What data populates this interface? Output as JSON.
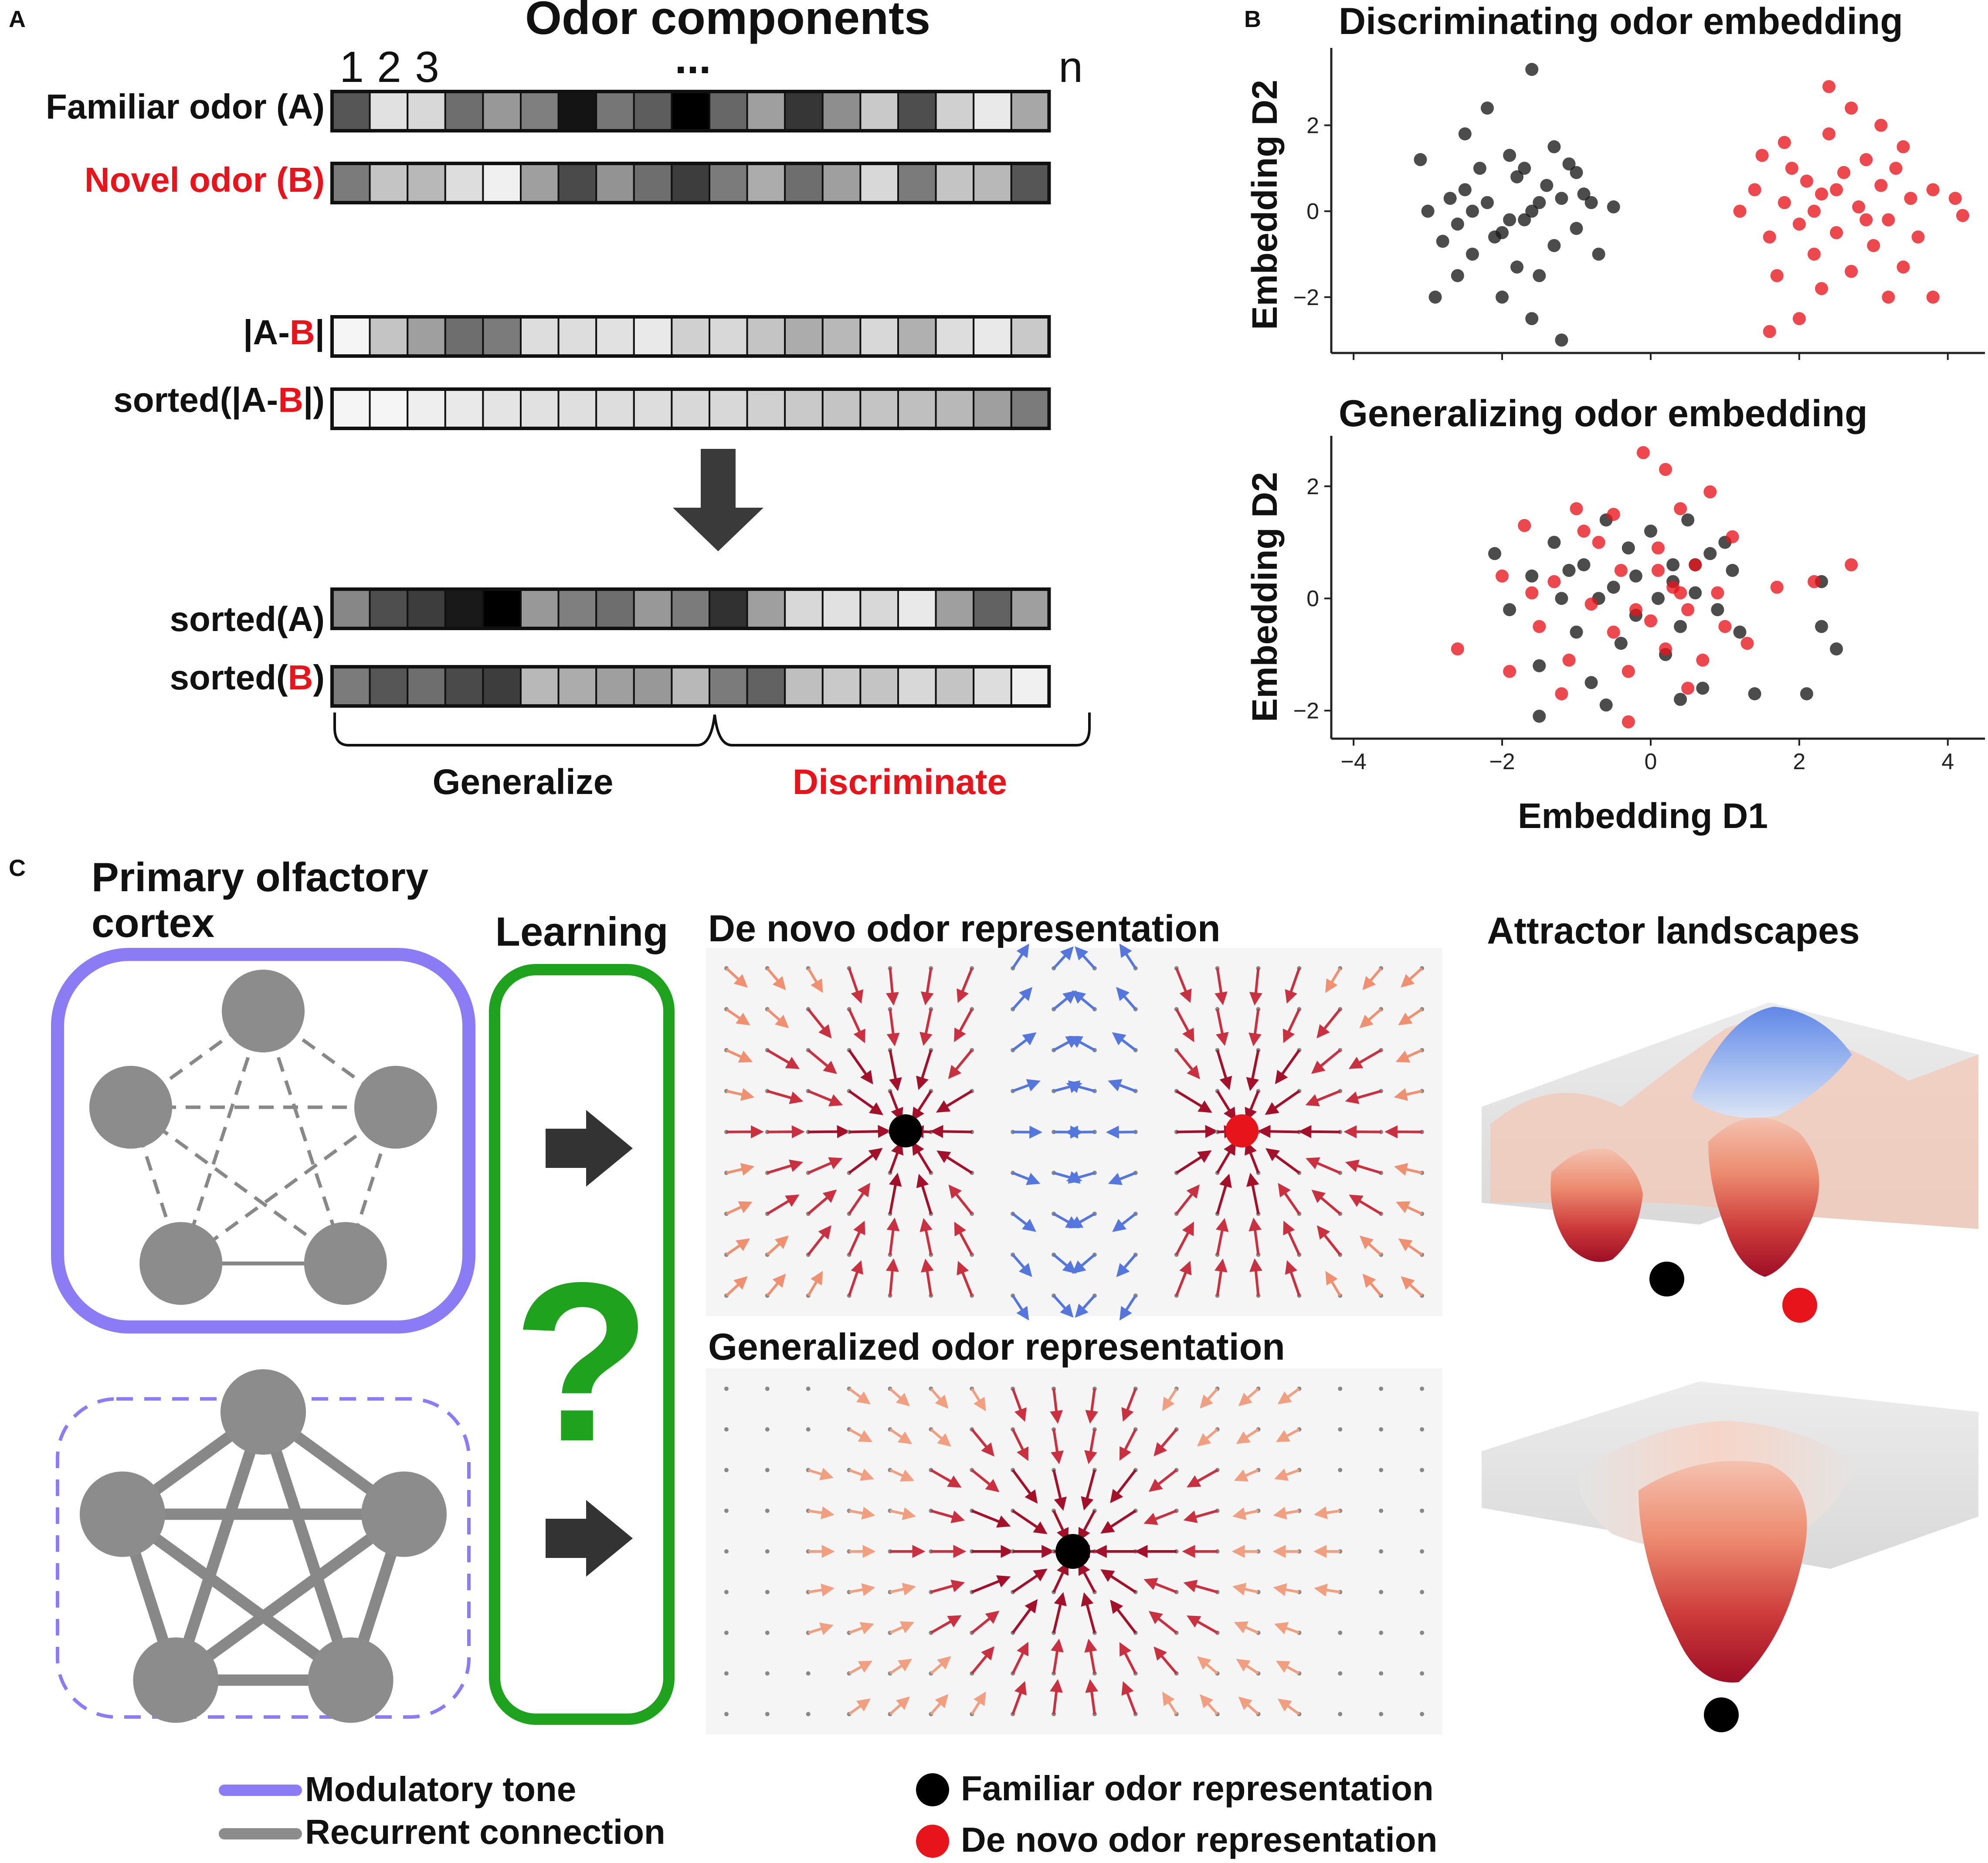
{
  "panel_a": {
    "label": "A",
    "title": "Odor components",
    "index_labels": [
      "1",
      "2",
      "3",
      "...",
      "n"
    ],
    "rows": [
      {
        "label": "Familiar odor (A)",
        "label_color": "#111111",
        "cells": [
          0.65,
          0.08,
          0.12,
          0.55,
          0.38,
          0.48,
          0.92,
          0.52,
          0.62,
          1.0,
          0.58,
          0.35,
          0.78,
          0.42,
          0.18,
          0.68,
          0.15,
          0.05,
          0.32
        ]
      },
      {
        "label": "Novel odor (B)",
        "label_color": "#e8141b",
        "cells": [
          0.5,
          0.2,
          0.25,
          0.1,
          0.02,
          0.35,
          0.7,
          0.4,
          0.55,
          0.75,
          0.5,
          0.3,
          0.55,
          0.35,
          0.12,
          0.5,
          0.2,
          0.25,
          0.65
        ]
      },
      {
        "label_parts": [
          {
            "text": "|A-",
            "color": "#111111"
          },
          {
            "text": "B",
            "color": "#e8141b"
          },
          {
            "text": "|",
            "color": "#111111"
          }
        ],
        "cells": [
          0.0,
          0.2,
          0.35,
          0.55,
          0.5,
          0.1,
          0.1,
          0.08,
          0.05,
          0.15,
          0.12,
          0.2,
          0.3,
          0.25,
          0.12,
          0.28,
          0.1,
          0.05,
          0.18
        ]
      },
      {
        "label_parts": [
          {
            "text": "sorted(|A-",
            "color": "#111111"
          },
          {
            "text": "B",
            "color": "#e8141b"
          },
          {
            "text": "|)",
            "color": "#111111"
          }
        ],
        "cells": [
          0.0,
          0.0,
          0.03,
          0.05,
          0.07,
          0.08,
          0.09,
          0.1,
          0.1,
          0.12,
          0.12,
          0.15,
          0.18,
          0.2,
          0.2,
          0.22,
          0.25,
          0.35,
          0.5
        ]
      },
      {
        "label_parts": [
          {
            "text": "sorted(A)",
            "color": "#111111"
          }
        ],
        "cells": [
          0.45,
          0.68,
          0.75,
          0.9,
          1.0,
          0.38,
          0.48,
          0.55,
          0.38,
          0.5,
          0.8,
          0.35,
          0.12,
          0.08,
          0.12,
          0.05,
          0.35,
          0.6,
          0.35
        ]
      },
      {
        "label_parts": [
          {
            "text": "sorted(",
            "color": "#111111"
          },
          {
            "text": "B",
            "color": "#e8141b"
          },
          {
            "text": ")",
            "color": "#111111"
          }
        ],
        "cells": [
          0.5,
          0.65,
          0.55,
          0.7,
          0.75,
          0.25,
          0.3,
          0.35,
          0.38,
          0.25,
          0.5,
          0.6,
          0.22,
          0.18,
          0.2,
          0.12,
          0.2,
          0.1,
          0.02
        ]
      }
    ],
    "bracket_labels": [
      {
        "text": "Generalize",
        "color": "#111111"
      },
      {
        "text": "Discriminate",
        "color": "#e8141b"
      }
    ]
  },
  "panel_b": {
    "label": "B",
    "chart_data": [
      {
        "type": "scatter",
        "title": "Discriminating odor embedding",
        "xlabel": "",
        "ylabel": "Embedding D2",
        "xlim": [
          -4.3,
          4.5
        ],
        "ylim": [
          -3.3,
          3.8
        ],
        "yticks": [
          -2,
          0,
          2
        ],
        "series": [
          {
            "color": "#1a1a1a",
            "points": [
              [
                -3.0,
                0.0
              ],
              [
                -3.1,
                1.2
              ],
              [
                -2.8,
                -0.7
              ],
              [
                -2.6,
                -0.3
              ],
              [
                -2.5,
                0.5
              ],
              [
                -2.7,
                0.3
              ],
              [
                -2.4,
                -1.0
              ],
              [
                -2.3,
                1.0
              ],
              [
                -2.2,
                0.2
              ],
              [
                -2.0,
                -0.5
              ],
              [
                -1.9,
                1.3
              ],
              [
                -1.8,
                0.8
              ],
              [
                -1.7,
                -0.2
              ],
              [
                -1.6,
                0.0
              ],
              [
                -1.5,
                -1.5
              ],
              [
                -1.4,
                0.6
              ],
              [
                -1.3,
                -0.8
              ],
              [
                -1.2,
                0.3
              ],
              [
                -1.1,
                1.1
              ],
              [
                -1.0,
                -0.4
              ],
              [
                -0.9,
                0.4
              ],
              [
                -0.7,
                -1.0
              ],
              [
                -1.6,
                3.3
              ],
              [
                -2.2,
                2.4
              ],
              [
                -2.5,
                1.8
              ],
              [
                -2.9,
                -2.0
              ],
              [
                -2.0,
                -2.0
              ],
              [
                -1.6,
                -2.5
              ],
              [
                -1.2,
                -3.0
              ],
              [
                -1.0,
                0.9
              ],
              [
                -0.8,
                0.2
              ],
              [
                -0.5,
                0.1
              ],
              [
                -1.5,
                0.2
              ],
              [
                -1.8,
                -1.3
              ],
              [
                -2.1,
                -0.6
              ],
              [
                -2.4,
                0.0
              ],
              [
                -1.3,
                1.5
              ],
              [
                -1.7,
                1.0
              ],
              [
                -2.6,
                -1.5
              ],
              [
                -1.9,
                -0.2
              ]
            ]
          },
          {
            "color": "#e8141b",
            "points": [
              [
                1.2,
                0.0
              ],
              [
                1.4,
                0.5
              ],
              [
                1.6,
                -0.6
              ],
              [
                1.5,
                1.3
              ],
              [
                1.7,
                -1.5
              ],
              [
                1.8,
                0.2
              ],
              [
                1.9,
                1.0
              ],
              [
                2.0,
                -0.3
              ],
              [
                2.1,
                0.7
              ],
              [
                2.2,
                -1.0
              ],
              [
                2.3,
                0.4
              ],
              [
                2.4,
                1.8
              ],
              [
                2.5,
                -0.5
              ],
              [
                2.6,
                0.9
              ],
              [
                2.7,
                -1.4
              ],
              [
                2.8,
                0.1
              ],
              [
                2.9,
                1.2
              ],
              [
                3.0,
                -0.8
              ],
              [
                3.1,
                0.6
              ],
              [
                3.2,
                -0.2
              ],
              [
                3.3,
                1.0
              ],
              [
                3.4,
                -1.3
              ],
              [
                3.5,
                0.3
              ],
              [
                3.6,
                -0.6
              ],
              [
                3.8,
                0.5
              ],
              [
                4.1,
                0.3
              ],
              [
                4.2,
                -0.1
              ],
              [
                3.8,
                -2.0
              ],
              [
                3.2,
                -2.0
              ],
              [
                2.0,
                -2.5
              ],
              [
                1.6,
                -2.8
              ],
              [
                2.7,
                2.4
              ],
              [
                2.4,
                2.9
              ],
              [
                3.1,
                2.0
              ],
              [
                1.8,
                1.6
              ],
              [
                2.2,
                0.0
              ],
              [
                2.5,
                0.5
              ],
              [
                2.9,
                -0.2
              ],
              [
                2.3,
                -1.8
              ],
              [
                3.4,
                1.5
              ]
            ]
          }
        ]
      },
      {
        "type": "scatter",
        "title": "Generalizing odor embedding",
        "xlabel": "Embedding D1",
        "ylabel": "Embedding D2",
        "xlim": [
          -4.3,
          4.5
        ],
        "ylim": [
          -2.5,
          2.9
        ],
        "xticks": [
          -4,
          -2,
          0,
          2,
          4
        ],
        "yticks": [
          -2,
          0,
          2
        ],
        "series": [
          {
            "color": "#1a1a1a",
            "points": [
              [
                -2.1,
                0.8
              ],
              [
                -1.9,
                -0.2
              ],
              [
                -1.6,
                0.4
              ],
              [
                -1.5,
                -1.2
              ],
              [
                -1.3,
                1.0
              ],
              [
                -1.2,
                0.0
              ],
              [
                -1.0,
                -0.6
              ],
              [
                -0.9,
                0.6
              ],
              [
                -0.8,
                -1.5
              ],
              [
                -0.6,
                1.4
              ],
              [
                -0.5,
                0.2
              ],
              [
                -0.4,
                -0.8
              ],
              [
                -0.3,
                0.9
              ],
              [
                -0.2,
                -0.3
              ],
              [
                0.0,
                1.2
              ],
              [
                0.1,
                0.0
              ],
              [
                0.2,
                -1.0
              ],
              [
                0.3,
                0.6
              ],
              [
                0.4,
                -0.5
              ],
              [
                0.5,
                1.4
              ],
              [
                0.6,
                0.1
              ],
              [
                0.7,
                -1.6
              ],
              [
                0.8,
                0.8
              ],
              [
                0.9,
                -0.2
              ],
              [
                1.0,
                1.0
              ],
              [
                1.2,
                -0.6
              ],
              [
                1.4,
                -1.7
              ],
              [
                2.1,
                -1.7
              ],
              [
                2.3,
                -0.5
              ],
              [
                2.3,
                0.3
              ],
              [
                2.5,
                -0.9
              ],
              [
                -1.5,
                -2.1
              ],
              [
                -0.6,
                -1.9
              ],
              [
                0.4,
                -1.8
              ],
              [
                -1.1,
                0.5
              ],
              [
                -0.2,
                0.4
              ],
              [
                0.3,
                0.3
              ],
              [
                0.6,
                0.6
              ],
              [
                -0.7,
                0.0
              ],
              [
                1.1,
                0.5
              ]
            ]
          },
          {
            "color": "#e8141b",
            "points": [
              [
                -2.6,
                -0.9
              ],
              [
                -2.0,
                0.4
              ],
              [
                -1.7,
                1.3
              ],
              [
                -1.5,
                -0.5
              ],
              [
                -1.3,
                0.3
              ],
              [
                -1.1,
                -1.1
              ],
              [
                -1.0,
                1.6
              ],
              [
                -0.8,
                -0.1
              ],
              [
                -0.7,
                1.0
              ],
              [
                -0.5,
                -0.6
              ],
              [
                -0.4,
                0.5
              ],
              [
                -0.3,
                -1.3
              ],
              [
                -0.1,
                2.6
              ],
              [
                0.0,
                -0.4
              ],
              [
                0.1,
                0.9
              ],
              [
                0.2,
                -0.9
              ],
              [
                0.3,
                0.2
              ],
              [
                0.4,
                1.6
              ],
              [
                0.5,
                -0.2
              ],
              [
                0.6,
                0.6
              ],
              [
                0.7,
                -1.1
              ],
              [
                0.8,
                1.9
              ],
              [
                0.9,
                0.1
              ],
              [
                1.0,
                -0.5
              ],
              [
                1.1,
                1.1
              ],
              [
                1.3,
                -0.8
              ],
              [
                1.7,
                0.2
              ],
              [
                2.2,
                0.3
              ],
              [
                2.7,
                0.6
              ],
              [
                -1.9,
                -1.3
              ],
              [
                -1.2,
                -1.7
              ],
              [
                -0.3,
                -2.2
              ],
              [
                0.5,
                -1.6
              ],
              [
                -0.9,
                1.2
              ],
              [
                -0.5,
                1.5
              ],
              [
                0.2,
                2.3
              ],
              [
                -1.6,
                0.1
              ],
              [
                -0.2,
                -0.2
              ],
              [
                0.4,
                0.1
              ],
              [
                0.1,
                0.5
              ]
            ]
          }
        ]
      }
    ]
  },
  "panel_c": {
    "label": "C",
    "cortex_title_line1": "Primary olfactory",
    "cortex_title_line2": "cortex",
    "learning_title": "Learning",
    "question_mark": "?",
    "flow_title_top": "De novo odor representation",
    "flow_title_bottom": "Generalized odor representation",
    "landscape_title": "Attractor landscapes",
    "legend": [
      {
        "label": "Modulatory tone",
        "color": "#8b7cf6"
      },
      {
        "label": "Recurrent connection",
        "color": "#8c8c8c"
      },
      {
        "label": "Familiar odor representation",
        "color": "#000000"
      },
      {
        "label": "De novo odor representation",
        "color": "#e8141b"
      }
    ]
  }
}
